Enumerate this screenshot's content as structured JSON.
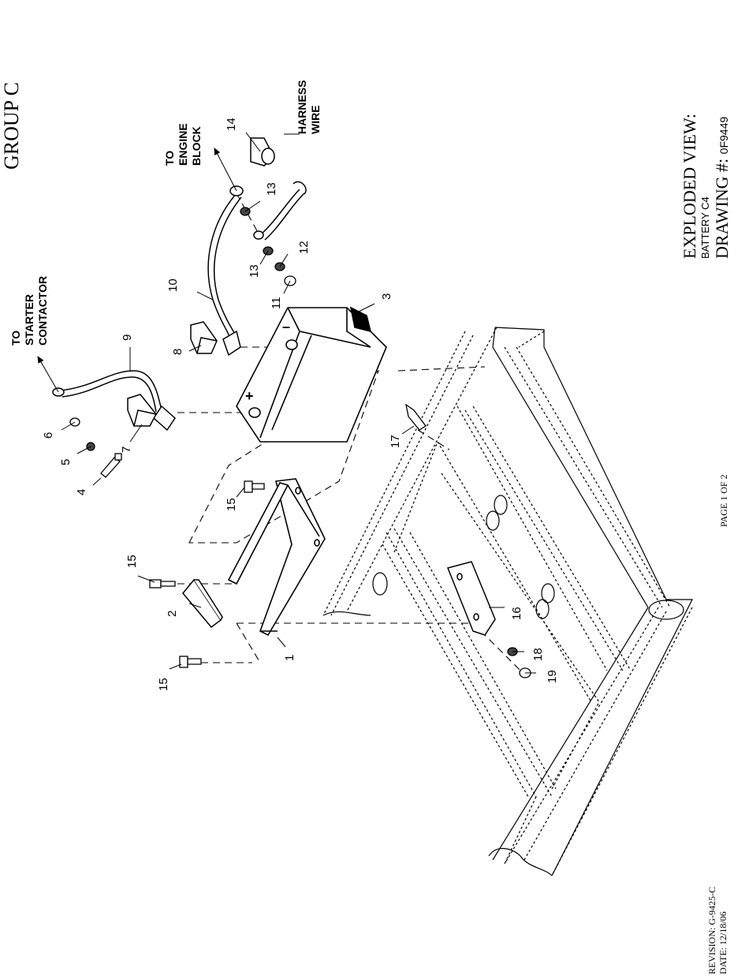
{
  "header": {
    "group": "GROUP C"
  },
  "title_block": {
    "title": "EXPLODED VIEW:",
    "subtitle": "BATTERY C4",
    "drawing_label": "DRAWING #:",
    "drawing_number": "0F9449"
  },
  "footer": {
    "page": "PAGE 1 OF 2",
    "revision": "REVISION: G-9425-C",
    "date": "DATE:  12/18/06"
  },
  "callouts": {
    "c1": "1",
    "c2": "2",
    "c3": "3",
    "c4": "4",
    "c5": "5",
    "c6": "6",
    "c7": "7",
    "c8": "8",
    "c9": "9",
    "c10": "10",
    "c11": "11",
    "c12": "12",
    "c13a": "13",
    "c13b": "13",
    "c14": "14",
    "c15a": "15",
    "c15b": "15",
    "c15c": "15",
    "c16": "16",
    "c17": "17",
    "c18": "18",
    "c19": "19"
  },
  "labels": {
    "starter": [
      "TO",
      "STARTER",
      "CONTACTOR"
    ],
    "engine": [
      "TO",
      "ENGINE",
      "BLOCK"
    ],
    "harness": [
      "HARNESS",
      "WIRE"
    ],
    "plus": "+",
    "minus": "–"
  }
}
